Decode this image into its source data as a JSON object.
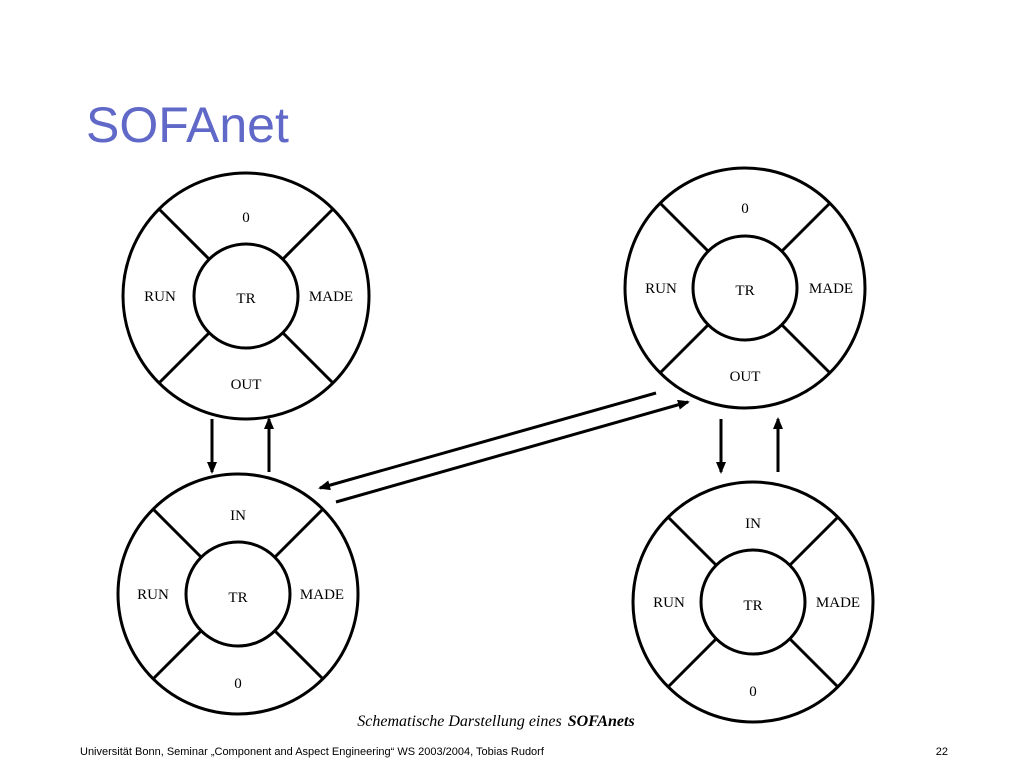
{
  "slide": {
    "title": "SOFAnet",
    "caption_prefix": "Schematische Darstellung eines",
    "caption_emphasis": "SOFAnets",
    "footer_text": "Universität Bonn, Seminar „Component and Aspect Engineering“ WS 2003/2004, Tobias Rudorf",
    "page_number": "22"
  },
  "diagram": {
    "nodes": [
      {
        "id": "top-left",
        "top": "0",
        "left": "RUN",
        "center": "TR",
        "right": "MADE",
        "bottom": "OUT"
      },
      {
        "id": "top-right",
        "top": "0",
        "left": "RUN",
        "center": "TR",
        "right": "MADE",
        "bottom": "OUT"
      },
      {
        "id": "bottom-left",
        "top": "IN",
        "left": "RUN",
        "center": "TR",
        "right": "MADE",
        "bottom": "0"
      },
      {
        "id": "bottom-right",
        "top": "IN",
        "left": "RUN",
        "center": "TR",
        "right": "MADE",
        "bottom": "0"
      }
    ],
    "edges": [
      {
        "from": "top-left",
        "to": "bottom-left"
      },
      {
        "from": "bottom-left",
        "to": "top-left"
      },
      {
        "from": "top-right",
        "to": "bottom-right"
      },
      {
        "from": "bottom-right",
        "to": "top-right"
      },
      {
        "from": "top-right",
        "to": "bottom-left"
      },
      {
        "from": "bottom-left",
        "to": "top-right"
      }
    ]
  }
}
